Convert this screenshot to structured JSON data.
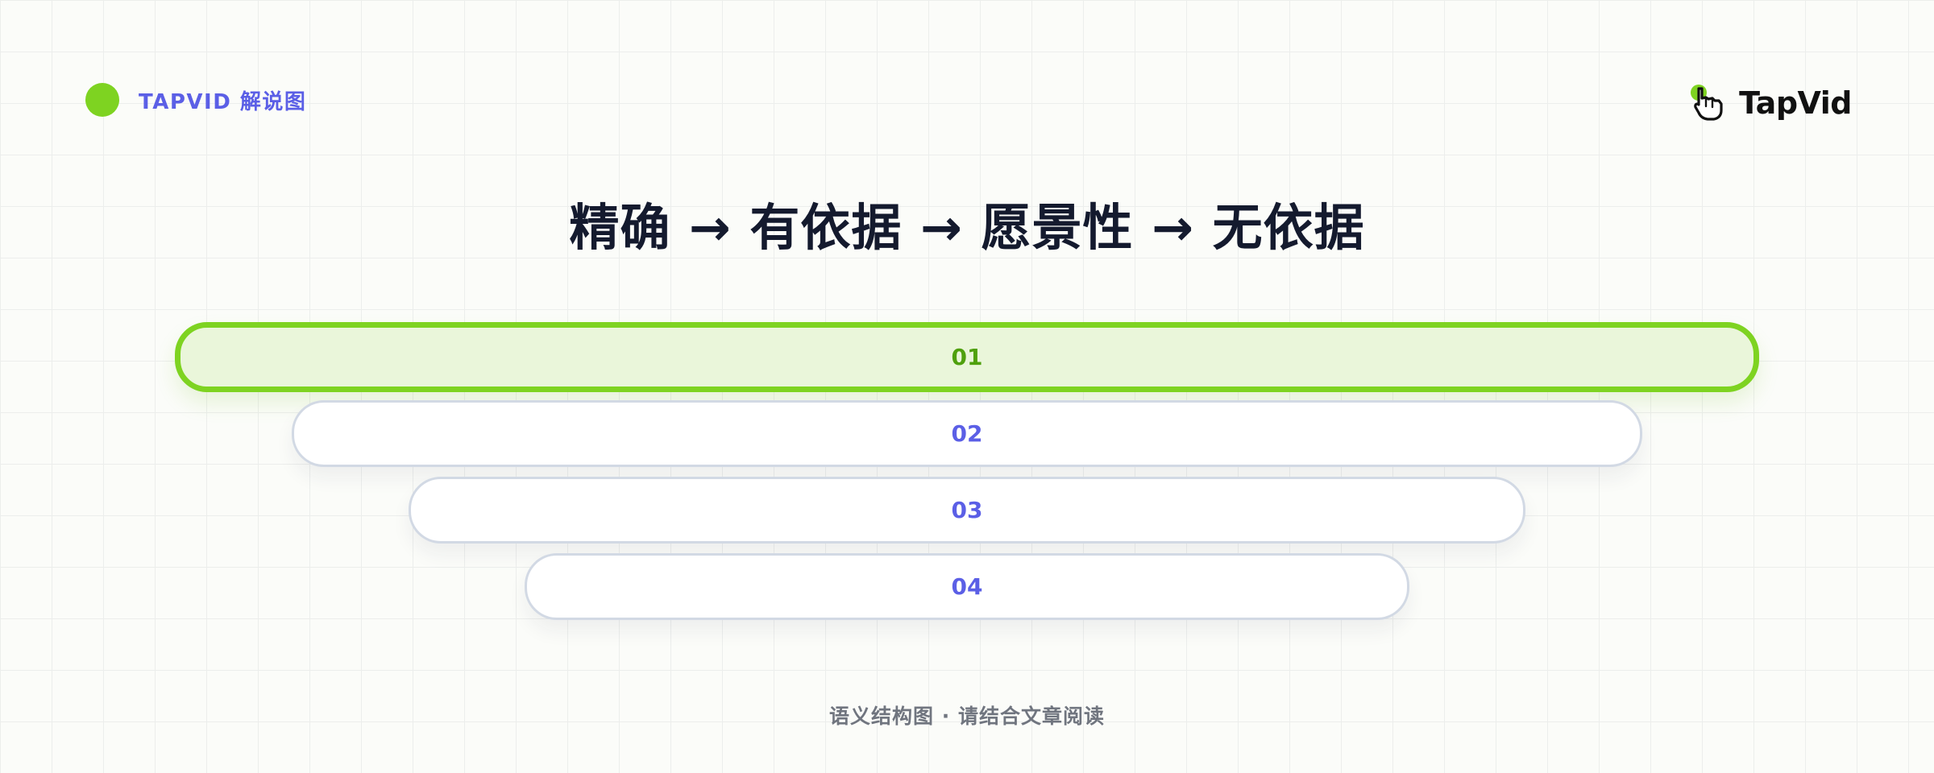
{
  "header": {
    "tag": "TAPVID 解说图",
    "logo_text": "TapVid"
  },
  "title": "精确 → 有依据 → 愿景性 → 无依据",
  "levels": [
    {
      "label": "01",
      "highlighted": true
    },
    {
      "label": "02",
      "highlighted": false
    },
    {
      "label": "03",
      "highlighted": false
    },
    {
      "label": "04",
      "highlighted": false
    }
  ],
  "footer": "语义结构图 · 请结合文章阅读",
  "colors": {
    "accent_green": "#7ed321",
    "accent_indigo": "#5b5fe6",
    "title_text": "#141a2e",
    "footer_text": "#70757f"
  },
  "icons": {
    "brand_dot": "green-dot-icon",
    "logo_mark": "pointing-hand-cursor-icon"
  }
}
